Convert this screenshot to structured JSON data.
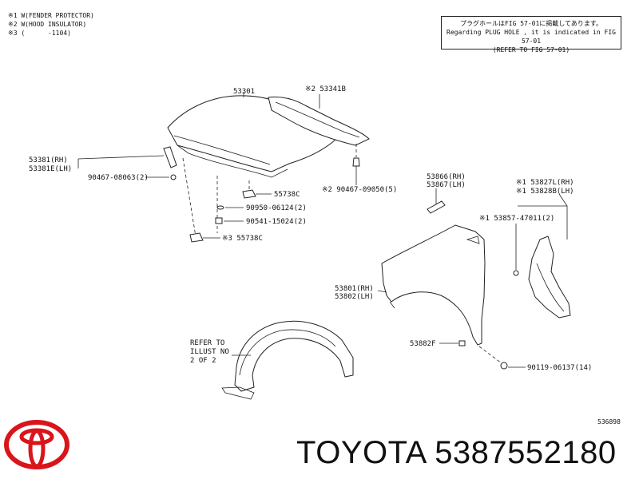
{
  "notes": [
    "※1 W(FENDER PROTECTOR)",
    "※2 W(HOOD INSULATOR)",
    "※3 (      -1104)"
  ],
  "notice_box": {
    "line1": "プラグホールはFIG 57-01に掲載してあります。",
    "line2": "Regarding PLUG HOLE , it is indicated in FIG 57-01",
    "line3": "(REFER TO FIG 57-01)"
  },
  "callouts": {
    "p53301": "53301",
    "p53341b": "※2 53341B",
    "p53381rh": "53381(RH)",
    "p53381elh": "53381E(LH)",
    "p90467_08063": "90467-08063(2)",
    "p55738c": "55738C",
    "p90467_09050": "※2 90467-09050(5)",
    "p90950": "90950-06124(2)",
    "p90541": "90541-15024(2)",
    "p55738c_3": "※3 55738C",
    "p53866rh": "53866(RH)",
    "p53867lh": "53867(LH)",
    "p53827lrh": "※1 53827L(RH)",
    "p53828blh": "※1 53828B(LH)",
    "p53857": "※1 53857-47011(2)",
    "p53801rh": "53801(RH)",
    "p53802lh": "53802(LH)",
    "p53882f": "53882F",
    "p90119": "90119-06137(14)"
  },
  "refer": {
    "line1": "REFER TO",
    "line2": "ILLUST NO",
    "line3": "2 OF 2"
  },
  "diagram_id": "536898",
  "footer": {
    "brand": "TOYOTA",
    "part_number": "5387552180"
  },
  "colors": {
    "ink": "#111111",
    "logo": "#d9151b"
  }
}
